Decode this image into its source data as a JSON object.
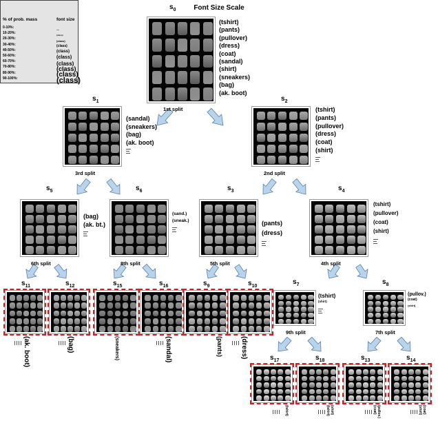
{
  "legend": {
    "title": "Font Size Scale",
    "col_left": "% of prob. mass",
    "col_right": "font size",
    "rows": [
      {
        "range": "0-10%:",
        "sample": "—",
        "size": 4
      },
      {
        "range": "10-20%:",
        "sample": "(class)",
        "size": 3
      },
      {
        "range": "20-30%:",
        "sample": "(class)",
        "size": 4
      },
      {
        "range": "30-40%:",
        "sample": "(class)",
        "size": 5
      },
      {
        "range": "40-50%:",
        "sample": "(class)",
        "size": 6
      },
      {
        "range": "50-60%:",
        "sample": "(class)",
        "size": 7
      },
      {
        "range": "60-70%:",
        "sample": "(class)",
        "size": 8
      },
      {
        "range": "70-80%:",
        "sample": "(class)",
        "size": 9
      },
      {
        "range": "80-90%:",
        "sample": "(class)",
        "size": 10
      },
      {
        "range": "90-100%:",
        "sample": "(class)",
        "size": 11
      }
    ]
  },
  "nodes": {
    "s0": {
      "label": "s",
      "sub": "0",
      "classes": [
        "(tshirt)",
        "(pants)",
        "(pullover)",
        "(dress)",
        "(coat)",
        "(sandal)",
        "(shirt)",
        "(sneakers)",
        "(bag)",
        "(ak. boot)"
      ]
    },
    "s1": {
      "label": "s",
      "sub": "1",
      "classes": [
        "(sandal)",
        "(sneakers)",
        "(bag)",
        "(ak. boot)"
      ]
    },
    "s2": {
      "label": "s",
      "sub": "2",
      "classes": [
        "(tshirt)",
        "(pants)",
        "(pullover)",
        "(dress)",
        "(coat)",
        "(shirt)"
      ]
    },
    "s3": {
      "label": "s",
      "sub": "3",
      "classes": [
        "(pants)",
        "(dress)"
      ]
    },
    "s4": {
      "label": "s",
      "sub": "4",
      "classes": [
        "(tshirt)",
        "(pullover)",
        "(coat)",
        "(shirt)"
      ]
    },
    "s5": {
      "label": "s",
      "sub": "5",
      "classes": [
        "(bag)",
        "(ak. bt.)"
      ]
    },
    "s6": {
      "label": "s",
      "sub": "6",
      "classes": [
        "(sand.)",
        "(sneak.)"
      ]
    },
    "s7": {
      "label": "s",
      "sub": "7",
      "classes": [
        "(tshirt)",
        "(shirt)"
      ]
    },
    "s8": {
      "label": "s",
      "sub": "8",
      "classes": [
        "(pullov.)",
        "(coat)",
        "(shirt)"
      ]
    },
    "s9": {
      "label": "s",
      "sub": "9",
      "classes": [
        "(pants)"
      ]
    },
    "s10": {
      "label": "s",
      "sub": "10",
      "classes": [
        "(dress)"
      ]
    },
    "s11": {
      "label": "s",
      "sub": "11",
      "classes": [
        "(ak. boot)"
      ]
    },
    "s12": {
      "label": "s",
      "sub": "12",
      "classes": [
        "(bag)"
      ]
    },
    "s13": {
      "label": "s",
      "sub": "13",
      "classes": [
        "(pullov.)",
        "(coat)"
      ]
    },
    "s14": {
      "label": "s",
      "sub": "14",
      "classes": [
        "(coat)",
        "(shirt)"
      ]
    },
    "s15": {
      "label": "s",
      "sub": "15",
      "classes": [
        "(sneakers)"
      ]
    },
    "s16": {
      "label": "s",
      "sub": "16",
      "classes": [
        "(sandal)"
      ]
    },
    "s17": {
      "label": "s",
      "sub": "17",
      "classes": [
        "(tshirt)"
      ]
    },
    "s18": {
      "label": "s",
      "sub": "18",
      "classes": [
        "(shirt)",
        "(tshirt)"
      ]
    }
  },
  "splits": {
    "s0": "1st split",
    "s1": "3rd split",
    "s2": "2nd split",
    "s3": "5th split",
    "s4": "4th split",
    "s5": "6th split",
    "s6": "8th split",
    "s7": "9th split",
    "s8": "7th split"
  },
  "colors": {
    "arrow_fill": "#b8d4ec",
    "arrow_stroke": "#5a7fa6",
    "leaf_border": "#d21e1e",
    "legend_bg": "#e4e4e4"
  }
}
